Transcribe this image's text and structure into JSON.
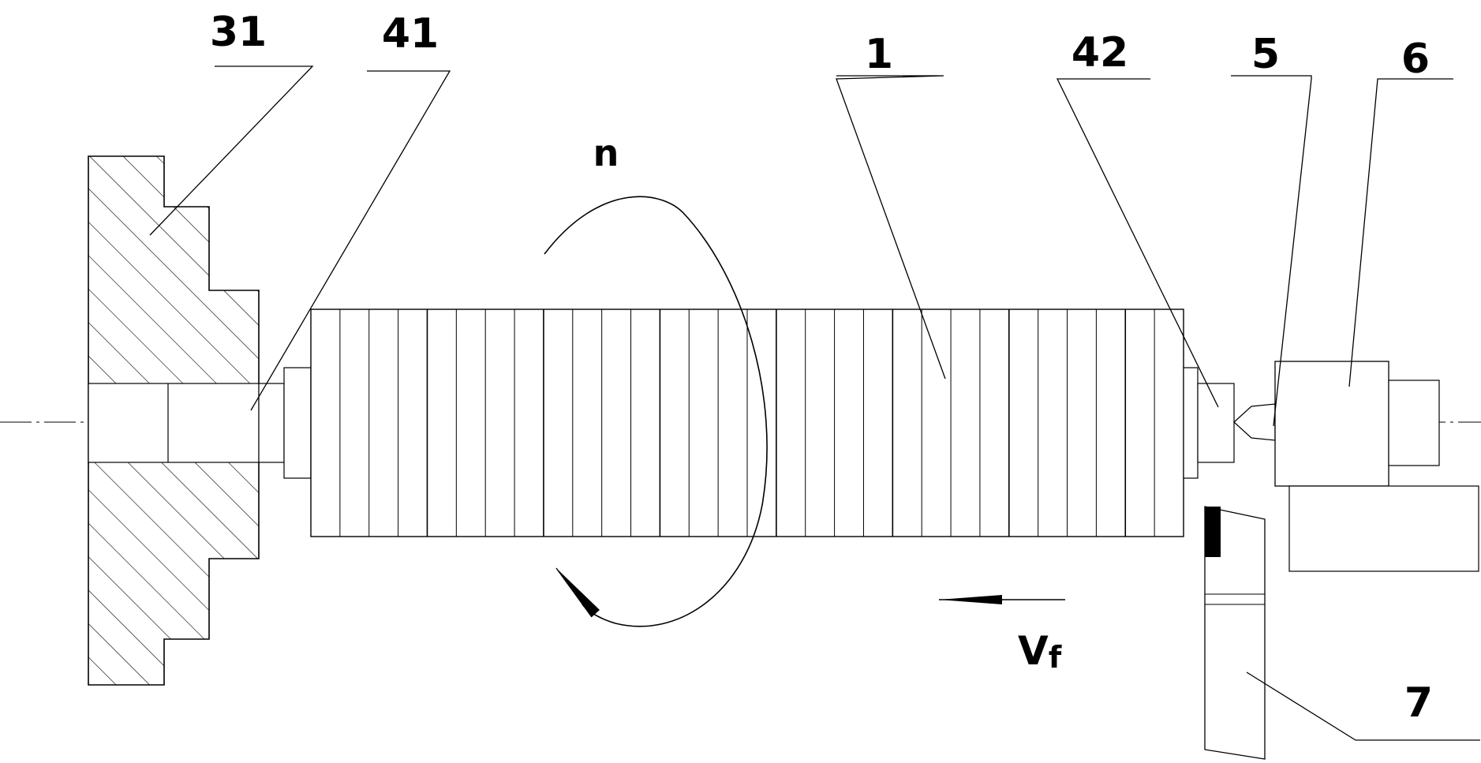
{
  "labels": {
    "l31": "31",
    "l41": "41",
    "l1": "1",
    "l42": "42",
    "l5": "5",
    "l6": "6",
    "l7": "7",
    "rotation": "n",
    "feed_main": "V",
    "feed_sub": "f"
  },
  "workpiece": {
    "segment_count": 29
  },
  "colors": {
    "line": "#000000",
    "background": "#ffffff"
  }
}
